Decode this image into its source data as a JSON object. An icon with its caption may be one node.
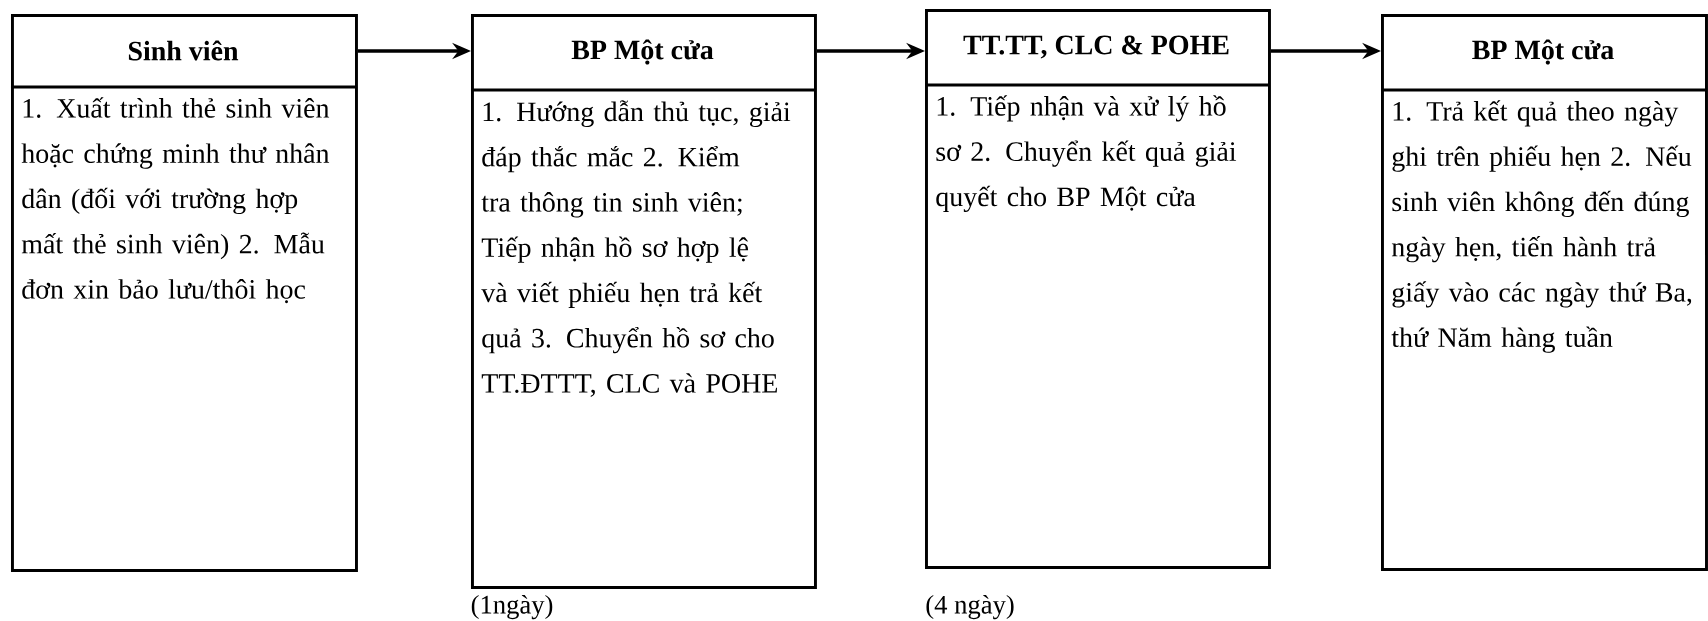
{
  "diagram": {
    "nodes": [
      {
        "text": [
          "Sinh viên",
          "1. Xuất trình thẻ sinh viên hoặc chứng minh thư nhân dân (đối với trường hợp mất thẻ sinh viên) 2. Mẫu đơn xin bảo lưu/thôi học"
        ]
      },
      {
        "text": [
          "BP Một cửa",
          "1. Hướng dẫn thủ tục, giải đáp thắc mắc 2. Kiểm tra thông tin sinh viên; Tiếp nhận hồ sơ hợp lệ và viết phiếu hẹn trả kết quả 3. Chuyển hồ sơ cho TT.ĐTTT, CLC và POHE"
        ],
        "beside": [
          "(1ngày)"
        ]
      },
      {
        "text": [
          "TT.TT, CLC & POHE",
          "1. Tiếp nhận và xử lý hồ sơ 2. Chuyển kết quả giải quyết cho BP Một cửa"
        ],
        "beside": [
          "(4 ngày)"
        ]
      },
      {
        "text": [
          "BP Một cửa",
          "1. Trả kết quả theo ngày ghi trên phiếu hẹn 2. Nếu sinh viên không đến đúng ngày hẹn, tiến hành trả giấy vào các ngày thứ Ba, thứ Năm hàng tuần"
        ]
      }
    ],
    "edges": [
      {
        "from": 0,
        "to": 1,
        "arrow": "to"
      },
      {
        "from": 1,
        "to": 2,
        "arrow": "to"
      },
      {
        "from": 2,
        "to": 3,
        "arrow": "to"
      }
    ]
  }
}
